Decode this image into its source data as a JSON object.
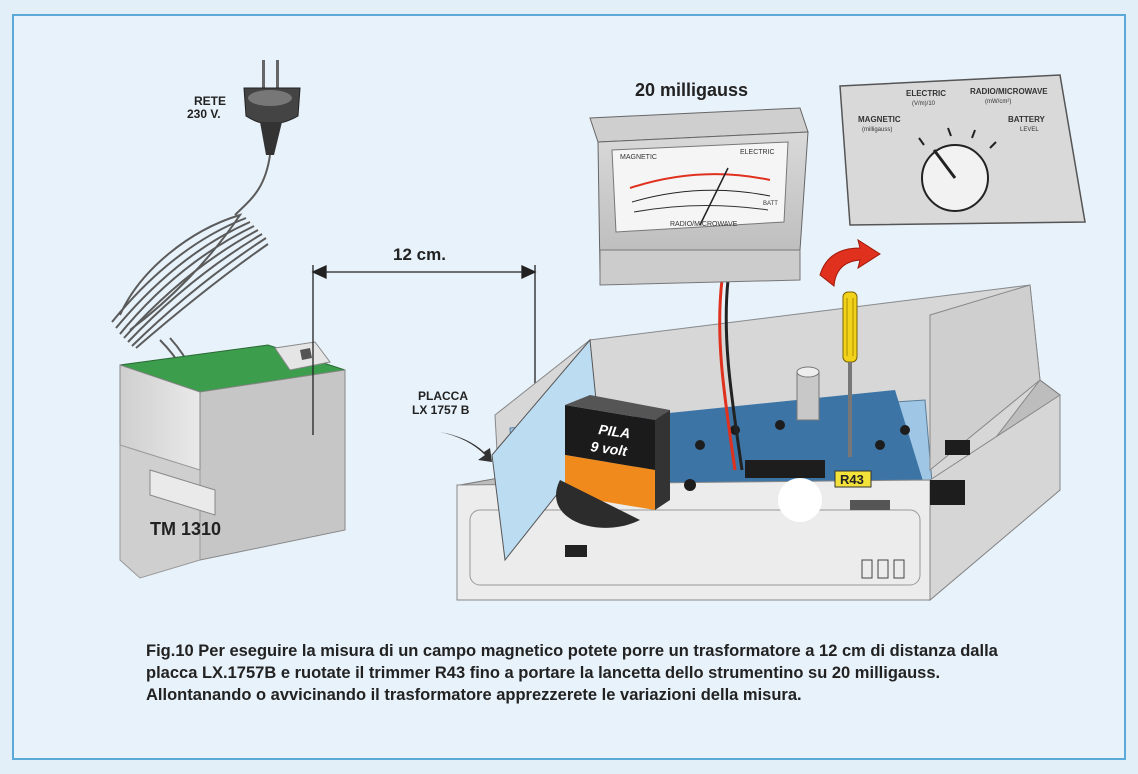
{
  "plug_label": {
    "line1": "RETE",
    "line2": "230 V."
  },
  "transformer_label": "TM 1310",
  "distance_label": "12 cm.",
  "plate_label": {
    "line1": "PLACCA",
    "line2": "LX 1757 B"
  },
  "meter_reading_label": "20 milligauss",
  "meter_scale": {
    "magnetic": "MAGNETIC",
    "electric": "ELECTRIC",
    "radio": "RADIO/MICROWAVE",
    "battery": "BATT"
  },
  "selector_panel": {
    "magnetic": "MAGNETIC",
    "magnetic_unit": "(milligauss)",
    "electric": "ELECTRIC",
    "electric_unit": "(V/m)/10",
    "radio": "RADIO/MICROWAVE",
    "radio_unit": "(mW/cm²)",
    "battery": "BATTERY",
    "battery_sub": "LEVEL"
  },
  "battery_label": {
    "line1": "PILA",
    "line2": "9 volt"
  },
  "trimmer_label": "R43",
  "caption": "Fig.10 Per eseguire la misura di un campo magnetico potete porre un trasformatore a 12 cm di distanza dalla placca LX.1757B e ruotate il trimmer R43 fino a portare la lancetta dello strumentino su 20 milligauss. Allontanando o avvicinando il trasformatore apprezzerete le variazioni della misura.",
  "colors": {
    "frame_border": "#5aa9d8",
    "background": "#e8f2fa",
    "pcb_green": "#2e9a45",
    "plate_blue": "#bcdcf2",
    "trimmer_tag": "#f3e23a",
    "arrow_red": "#e0301e",
    "battery_orange": "#f08a1c"
  }
}
